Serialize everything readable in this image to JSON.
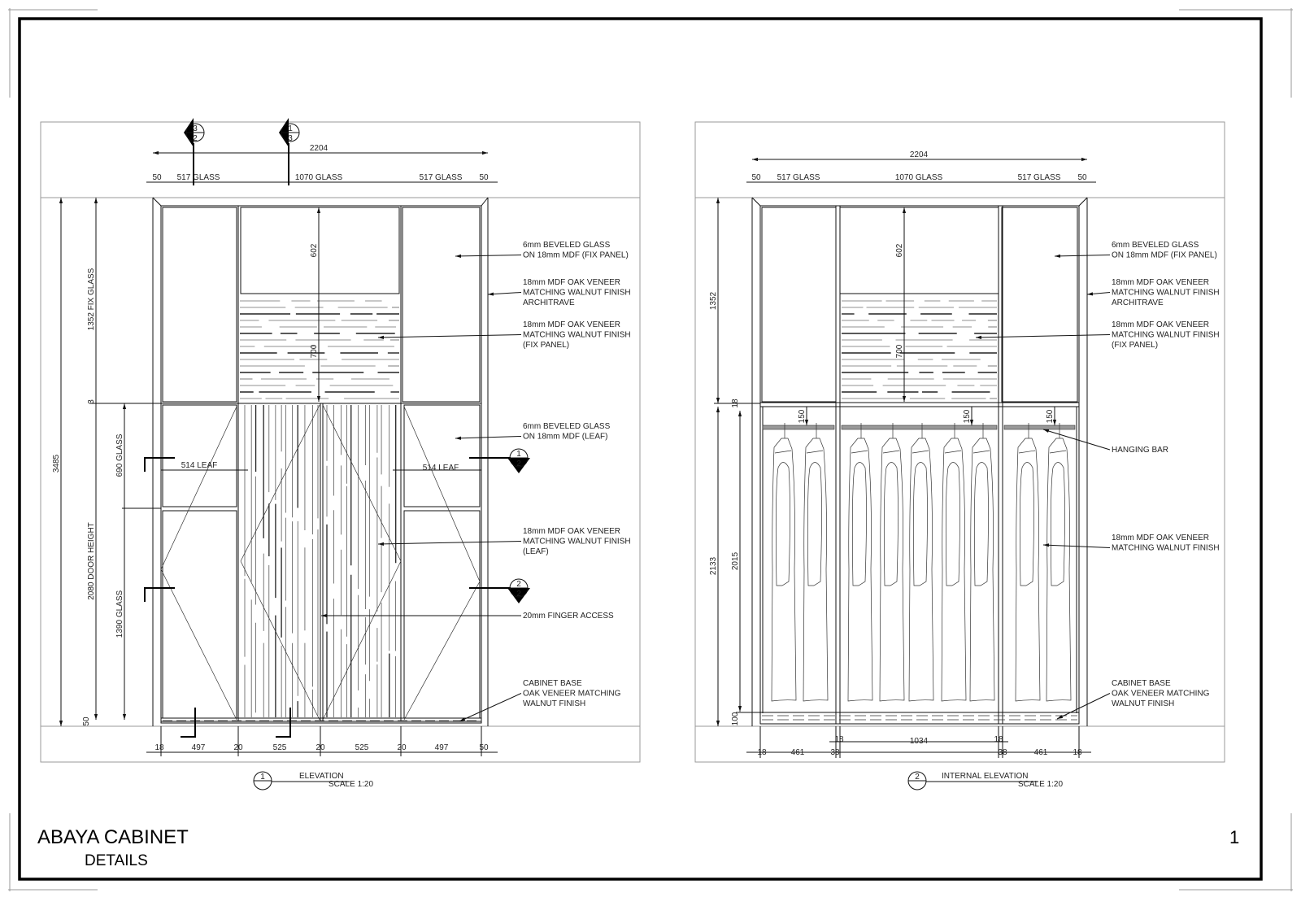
{
  "sheet": {
    "title": "ABAYA CABINET",
    "subtitle": "DETAILS",
    "page_number": "1"
  },
  "elevation": {
    "view_number": "1",
    "view_title": "ELEVATION",
    "scale": "SCALE 1:20",
    "section_markers": [
      {
        "top": "3",
        "bottom": "2"
      },
      {
        "top": "1",
        "bottom": "3"
      },
      {
        "top": "1",
        "bottom": "2"
      },
      {
        "top": "2",
        "bottom": "2"
      }
    ],
    "overall_width": "2204",
    "top_dims": [
      "50",
      "517 GLASS",
      "1070 GLASS",
      "517 GLASS",
      "50"
    ],
    "bottom_dims": [
      "18",
      "497",
      "20",
      "525",
      "20",
      "525",
      "20",
      "497",
      "50"
    ],
    "vertical_dims": {
      "overall_height": "3485",
      "fix_glass": "1352 FIX GLASS",
      "gap": "3",
      "door_height": "2080 DOOR HEIGHT",
      "upper_glass": "690 GLASS",
      "lower_glass": "1390 GLASS",
      "base": "50",
      "center_glass": "602",
      "center_panel": "700"
    },
    "leaf_dims": [
      "514 LEAF",
      "514 LEAF"
    ],
    "notes": [
      [
        "6mm BEVELED GLASS",
        "ON 18mm MDF (FIX PANEL)"
      ],
      [
        "18mm MDF OAK VENEER",
        "MATCHING WALNUT FINISH",
        "ARCHITRAVE"
      ],
      [
        "18mm MDF OAK VENEER",
        "MATCHING WALNUT FINISH",
        "(FIX PANEL)"
      ],
      [
        "6mm BEVELED GLASS",
        "ON 18mm MDF (LEAF)"
      ],
      [
        "18mm MDF OAK VENEER",
        "MATCHING WALNUT FINISH",
        "(LEAF)"
      ],
      [
        "20mm FINGER ACCESS"
      ],
      [
        "CABINET BASE",
        "OAK VENEER MATCHING",
        "WALNUT FINISH"
      ]
    ]
  },
  "internal": {
    "view_number": "2",
    "view_title": "INTERNAL ELEVATION",
    "scale": "SCALE 1:20",
    "overall_width": "2204",
    "top_dims": [
      "50",
      "517 GLASS",
      "1070 GLASS",
      "517 GLASS",
      "50"
    ],
    "inner_dims": [
      "18",
      "1034",
      "18"
    ],
    "bottom_dims": [
      "18",
      "461",
      "38",
      "38",
      "461",
      "18"
    ],
    "vertical_dims": {
      "upper": "1352",
      "shelf": "18",
      "lower": "2133",
      "hanging_height": "2015",
      "base": "100",
      "center_glass": "602",
      "center_panel": "700",
      "bar_drop": [
        "150",
        "150",
        "150"
      ]
    },
    "notes": [
      [
        "6mm BEVELED GLASS",
        "ON 18mm MDF (FIX PANEL)"
      ],
      [
        "18mm MDF OAK VENEER",
        "MATCHING WALNUT FINISH",
        "ARCHITRAVE"
      ],
      [
        "18mm MDF OAK VENEER",
        "MATCHING WALNUT FINISH",
        "(FIX PANEL)"
      ],
      [
        "HANGING BAR"
      ],
      [
        "18mm MDF OAK VENEER",
        "MATCHING WALNUT FINISH"
      ],
      [
        "CABINET BASE",
        "OAK VENEER MATCHING",
        "WALNUT FINISH"
      ]
    ],
    "garment_count": 9
  }
}
